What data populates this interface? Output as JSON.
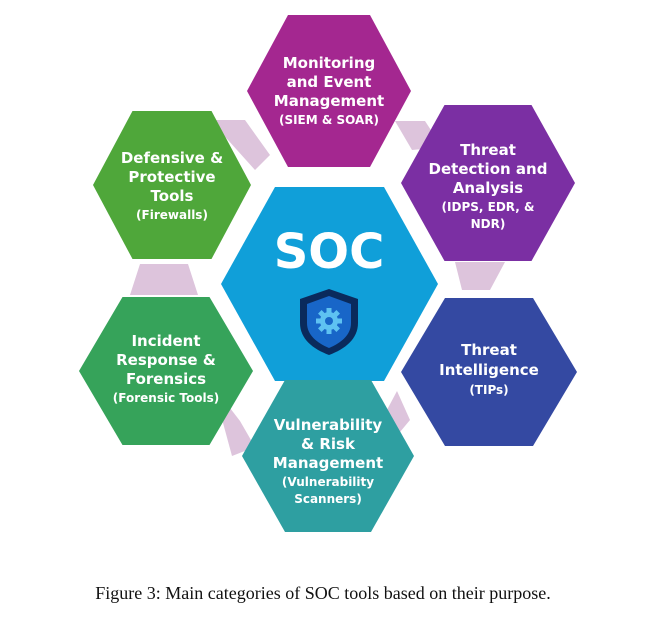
{
  "colors": {
    "connector": "#ddc4dc",
    "center": "#109fd9",
    "center_text": "#ffffff",
    "shield_outer": "#0a2a5c",
    "shield_inner": "#1866c8",
    "gear": "#5ec2f2"
  },
  "center": {
    "title": "SOC",
    "icon": "shield-gear-icon"
  },
  "nodes": [
    {
      "id": "monitoring",
      "color": "#a42790",
      "title_lines": [
        "Monitoring",
        "and Event",
        "Management"
      ],
      "sub_lines": [
        "(SIEM & SOAR)"
      ]
    },
    {
      "id": "threat-detection",
      "color": "#7b2fa3",
      "title_lines": [
        "Threat",
        "Detection and",
        "Analysis"
      ],
      "sub_lines": [
        "(IDPS, EDR, &",
        "NDR)"
      ]
    },
    {
      "id": "threat-intelligence",
      "color": "#3449a2",
      "title_lines": [
        "Threat",
        "Intelligence"
      ],
      "sub_lines": [
        "(TIPs)"
      ]
    },
    {
      "id": "vulnerability",
      "color": "#2e9fa1",
      "title_lines": [
        "Vulnerability",
        "& Risk",
        "Management"
      ],
      "sub_lines": [
        "(Vulnerability",
        "Scanners)"
      ]
    },
    {
      "id": "incident-response",
      "color": "#36a35a",
      "title_lines": [
        "Incident",
        "Response &",
        "Forensics"
      ],
      "sub_lines": [
        "(Forensic Tools)"
      ]
    },
    {
      "id": "defensive",
      "color": "#4fa73a",
      "title_lines": [
        "Defensive &",
        "Protective",
        "Tools"
      ],
      "sub_lines": [
        "(Firewalls)"
      ]
    }
  ],
  "caption": "Figure 3: Main categories of SOC tools based on their purpose."
}
